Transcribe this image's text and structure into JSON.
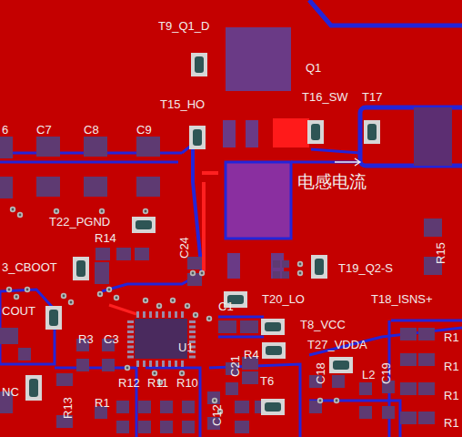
{
  "diagram": {
    "labels": [
      "T9_Q1_D",
      "Q1",
      "T15_HO",
      "T16_SW",
      "T17",
      "电感电流",
      "6",
      "C7",
      "C8",
      "C9",
      "T22_PGND",
      "R14",
      "C24",
      "3_CBOOT",
      "T19_Q2-S",
      "R15",
      "C1",
      "T20_LO",
      "T18_ISNS+",
      "COUT",
      "R3",
      "C3",
      "U1",
      "T8_VCC",
      "T27_VDDA",
      "R4",
      "C21",
      "C18",
      "L2",
      "C19",
      "R1",
      "R1",
      "R1",
      "R1",
      "NC",
      "R13",
      "R1",
      "R12",
      "R11",
      "R10",
      "T6",
      "C12"
    ]
  }
}
